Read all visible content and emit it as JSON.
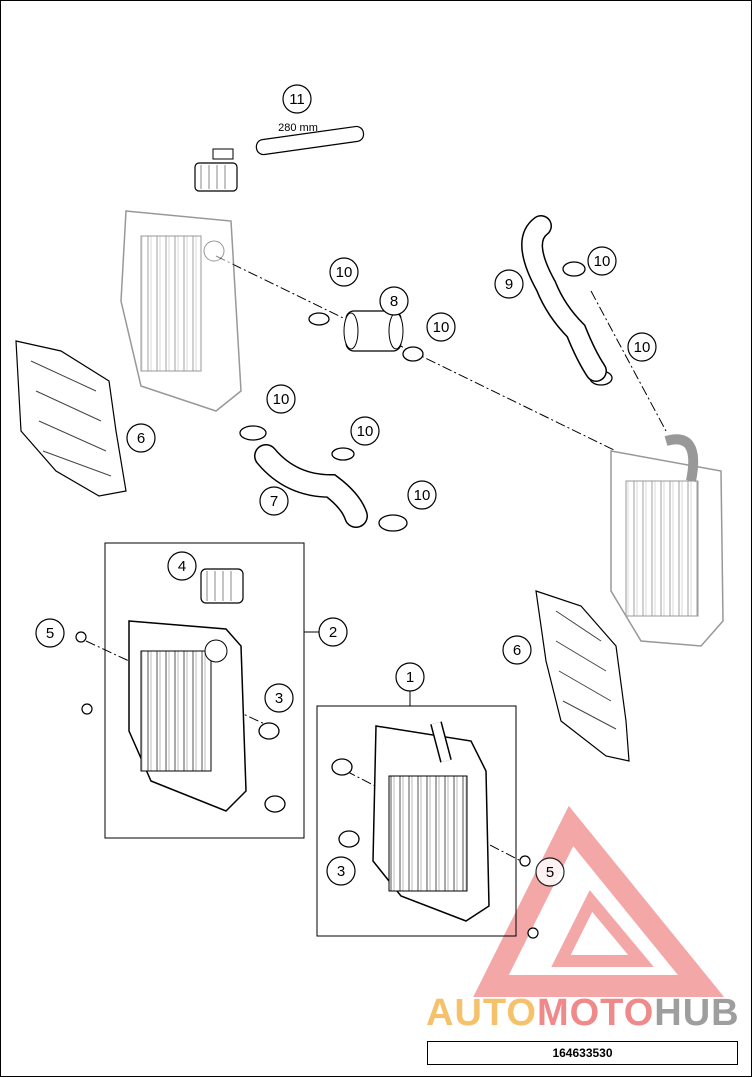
{
  "diagram": {
    "hose_length_label": "280 mm",
    "part_number": "164633530",
    "callouts": {
      "c1": "1",
      "c2": "2",
      "c3a": "3",
      "c3b": "3",
      "c4": "4",
      "c5a": "5",
      "c5b": "5",
      "c6a": "6",
      "c6b": "6",
      "c7": "7",
      "c8": "8",
      "c9": "9",
      "c10a": "10",
      "c10b": "10",
      "c10c": "10",
      "c10d": "10",
      "c10e": "10",
      "c10f": "10",
      "c10g": "10",
      "c11": "11"
    }
  },
  "watermark": {
    "part_a": "AUTO",
    "part_b": "MOTO",
    "part_c": "HUB",
    "colors": {
      "a": "#f5c26b",
      "b": "#f08a8a",
      "c": "#9e9e9e"
    }
  }
}
